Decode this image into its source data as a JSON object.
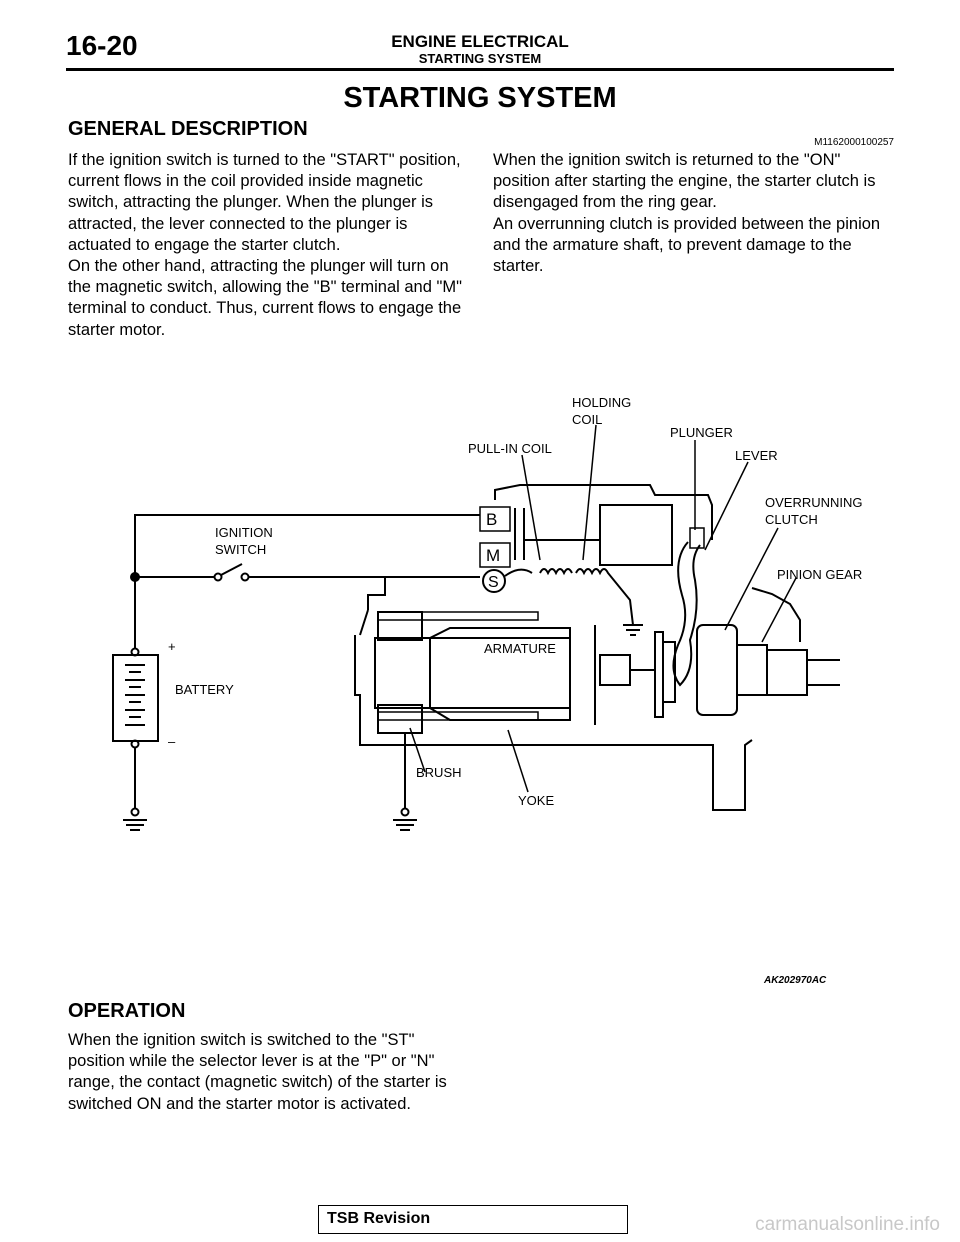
{
  "header": {
    "page_number": "16-20",
    "section": "ENGINE ELECTRICAL",
    "subsection": "STARTING SYSTEM"
  },
  "title": "STARTING SYSTEM",
  "general_description": {
    "heading": "GENERAL DESCRIPTION",
    "code": "M1162000100257",
    "left_paragraphs": [
      "If the ignition switch is turned to the \"START\" position, current flows in the coil provided inside magnetic switch, attracting the plunger. When the plunger is attracted, the lever connected to the plunger is actuated to engage the starter clutch.",
      "On the other hand, attracting the plunger will turn on the magnetic switch, allowing the \"B\" terminal and \"M\" terminal to conduct. Thus, current flows to engage the starter motor."
    ],
    "right_paragraphs": [
      "When the ignition switch is returned to the \"ON\" position after starting the engine, the starter clutch is disengaged from the ring gear.",
      "An overrunning clutch is provided between the pinion and the armature shaft, to prevent damage to the starter."
    ]
  },
  "diagram": {
    "labels": {
      "holding_coil_1": "HOLDING",
      "holding_coil_2": "COIL",
      "pull_in_coil": "PULL-IN COIL",
      "plunger": "PLUNGER",
      "lever": "LEVER",
      "overrunning_1": "OVERRUNNING",
      "overrunning_2": "CLUTCH",
      "pinion_gear": "PINION GEAR",
      "ignition_1": "IGNITION",
      "ignition_2": "SWITCH",
      "battery": "BATTERY",
      "plus": "+",
      "minus": "–",
      "armature": "ARMATURE",
      "brush": "BRUSH",
      "yoke": "YOKE",
      "terminal_b": "B",
      "terminal_m": "M",
      "terminal_s": "S"
    },
    "figure_id": "AK202970AC"
  },
  "operation": {
    "heading": "OPERATION",
    "text": "When the ignition switch is switched to the \"ST\" position while the selector lever is at the \"P\" or \"N\" range, the contact (magnetic switch) of the starter is switched ON and the starter motor is activated."
  },
  "footer": {
    "label": "TSB Revision"
  },
  "watermark": "carmanualsonline.info"
}
